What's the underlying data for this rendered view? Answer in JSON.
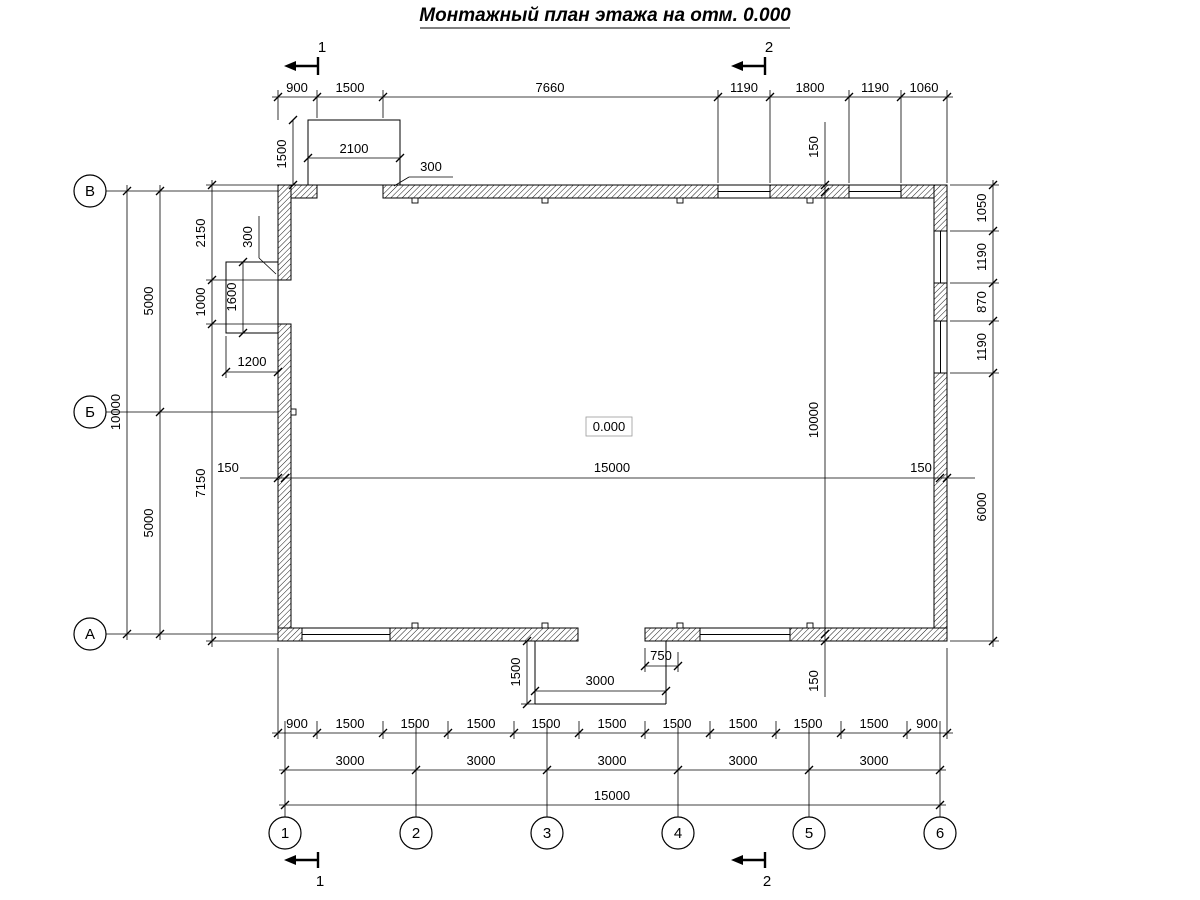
{
  "title": "Монтажный план этажа на отм. 0.000",
  "elevation": "0.000",
  "axes": {
    "letters": [
      "В",
      "Б",
      "А"
    ],
    "numbers": [
      "1",
      "2",
      "3",
      "4",
      "5",
      "6"
    ]
  },
  "sections": {
    "one": "1",
    "two": "2"
  },
  "dims": {
    "top_row": [
      "900",
      "1500",
      "7660",
      "1190",
      "1800",
      "1190",
      "1060"
    ],
    "canopy_width": "2100",
    "canopy_depth": "1500",
    "wall_thickness_top": "300",
    "wall_thickness_left": "300",
    "left_2150": "2150",
    "left_1000": "1000",
    "left_7150": "7150",
    "left_5000_a": "5000",
    "left_5000_b": "5000",
    "left_10000": "10000",
    "vestibule_height": "1600",
    "vestibule_width": "1200",
    "mid_left_150": "150",
    "mid_15000": "15000",
    "mid_right_150": "150",
    "right_1050": "1050",
    "right_1190_a": "1190",
    "right_870": "870",
    "right_1190_b": "1190",
    "right_6000": "6000",
    "inner_150_top": "150",
    "inner_10000": "10000",
    "inner_150_bottom": "150",
    "porch_depth": "1500",
    "porch_750": "750",
    "porch_width": "3000",
    "bottom_row1": [
      "900",
      "1500",
      "1500",
      "1500",
      "1500",
      "1500",
      "1500",
      "1500",
      "1500",
      "1500",
      "900"
    ],
    "bottom_row2": [
      "3000",
      "3000",
      "3000",
      "3000",
      "3000"
    ],
    "bottom_total": "15000"
  }
}
